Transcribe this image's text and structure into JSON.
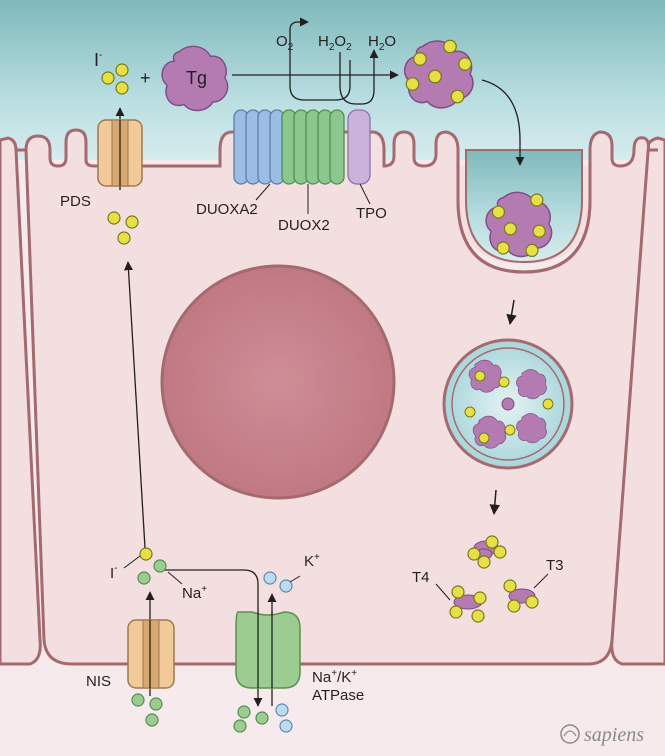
{
  "labels": {
    "iodide_top": "I",
    "iodide_top_sup": "-",
    "plus": "+",
    "tg": "Tg",
    "o2": "O",
    "o2_sub": "2",
    "h2o2_h": "H",
    "h2o2_sub1": "2",
    "h2o2_o": "O",
    "h2o2_sub2": "2",
    "h2o_h": "H",
    "h2o_sub": "2",
    "h2o_o": "O",
    "pds": "PDS",
    "duoxa2": "DUOXA2",
    "duox2": "DUOX2",
    "tpo": "TPO",
    "iodide_bottom": "I",
    "iodide_bottom_sup": "-",
    "na": "Na",
    "na_sup": "+",
    "k": "K",
    "k_sup": "+",
    "nis": "NIS",
    "atpase_line1": "Na",
    "atpase_sup1": "+",
    "atpase_slash": "/K",
    "atpase_sup2": "+",
    "atpase_line2": "ATPase",
    "t4": "T4",
    "t3": "T3"
  },
  "credit": {
    "text": "sapiens",
    "icon": "sapiens-logo-icon"
  },
  "colors": {
    "colloid": "#a9d5d9",
    "cell": "#f4dfe0",
    "membrane": "#a46a6f",
    "nucleus": "#c47f88",
    "iodine": "#e6df45",
    "thyroglobulin": "#b37bb2",
    "transporter": "#f2c999",
    "duoxa2": "#9cbde3",
    "duox2": "#8cc88e",
    "tpo": "#cbb2dc",
    "atpase": "#9ccc8f",
    "sodium": "#9ccc8f",
    "potassium": "#bcdcee"
  }
}
